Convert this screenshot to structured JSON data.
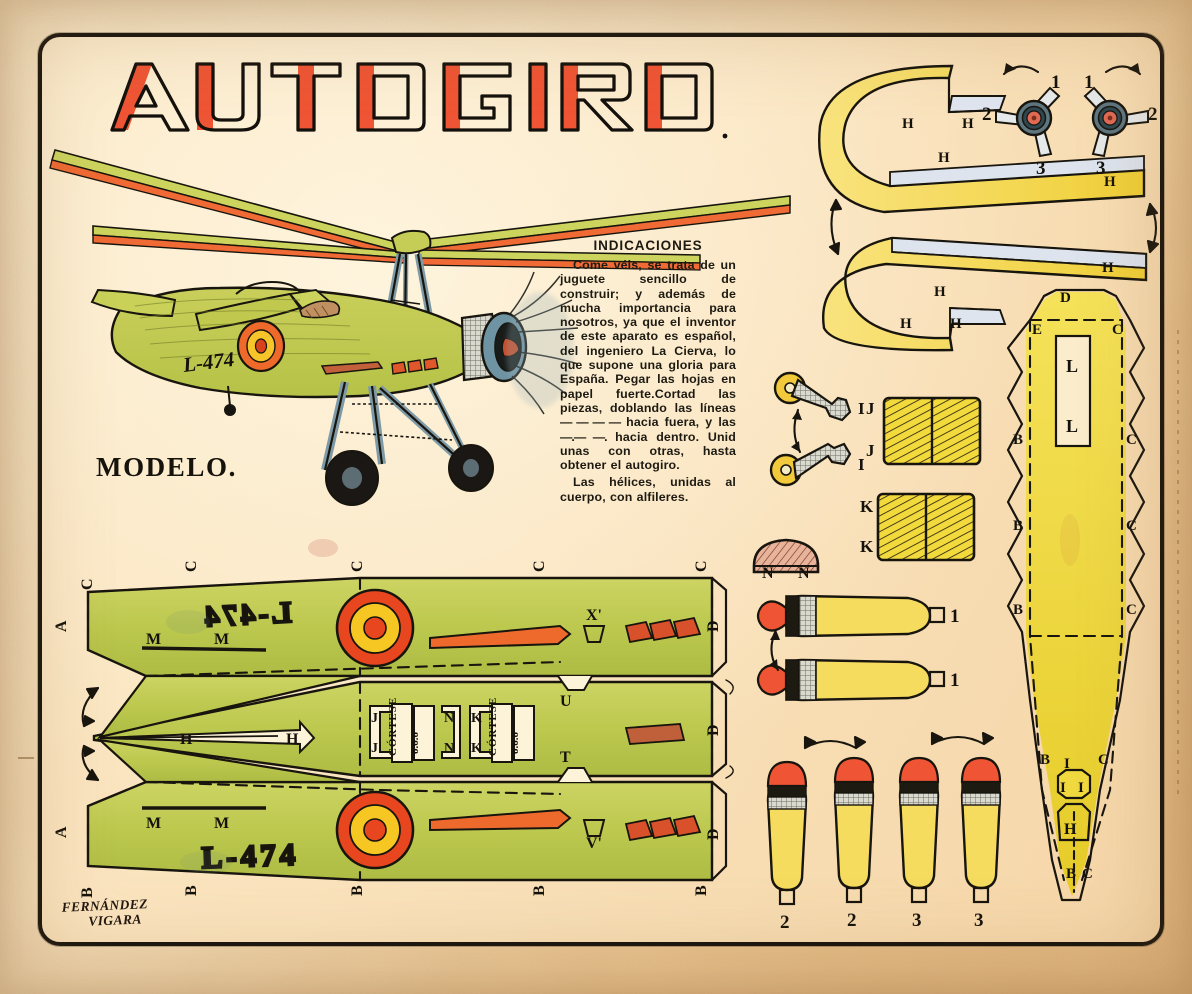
{
  "page": {
    "title": "AUTOGIRO",
    "model_caption": "MODELO.",
    "registration": "L-474",
    "signature_line1": "FERNÁNDEZ",
    "signature_line2": "VIGARA",
    "paper_color": "#f5d9a8",
    "frame_color": "#14110c",
    "title_fill_color": "#ef5534",
    "green_part_color": "#c2cc54",
    "yellow_part_color": "#f0d93f",
    "roundel_colors": [
      "#e8461f",
      "#f6c722",
      "#e8461f"
    ]
  },
  "instructions": {
    "heading": "INDICACIONES",
    "paragraph1": "Come véis, se trata de un juguete sencillo de construir; y además de mucha importancia para nosotros, ya que el inventor de este aparato es español, del ingeniero La Cierva, lo que supone una gloria para España. Pegar las hojas en papel fuerte.Cortad las piezas, doblando las líneas",
    "fold_out_symbol": "— — — —",
    "fold_out_text": "hacia fuera, y las",
    "fold_in_symbol": "—.— —.",
    "fold_in_text": "hacia dentro. Unid unas con otras, hasta obtener el autogiro.",
    "paragraph2": "Las hélices, unidas al cuerpo, con alfileres."
  },
  "parts": {
    "wing_piece": {
      "name": "wing-fuselage-sheet",
      "registration_top_mirrored": "L-474",
      "registration_bottom": "L-474",
      "fold_labels_left": [
        "C",
        "A",
        "B"
      ],
      "fold_labels_top": [
        "C",
        "C",
        "C",
        "C"
      ],
      "fold_labels_bottom": [
        "B",
        "B",
        "B",
        "B"
      ],
      "spar_labels": [
        "M",
        "M",
        "M",
        "M"
      ],
      "center_arrow_labels": [
        "H",
        "H"
      ],
      "tab_labels_right": [
        "D",
        "D",
        "D"
      ],
      "tab_labels_mid": [
        "X'",
        "U",
        "T",
        "V'"
      ],
      "cut_slots": [
        {
          "label_left": "J",
          "label_left2": "J",
          "text": "CÓRTESE",
          "label_right": "N",
          "label_right2": "N"
        },
        {
          "label_left": "K",
          "label_left2": "K",
          "text": "CÓRTESE",
          "label_right": "U",
          "label_right2": "T"
        }
      ]
    },
    "rotor_blades": {
      "name": "rotor-blade-strips",
      "fold_labels": [
        "H",
        "H",
        "H",
        "H",
        "H",
        "H",
        "H",
        "H"
      ]
    },
    "rotor_hubs": [
      {
        "name": "rotor-hub-left",
        "arm_labels": [
          "1",
          "2",
          "3"
        ]
      },
      {
        "name": "rotor-hub-right",
        "arm_labels": [
          "1",
          "2",
          "3"
        ]
      }
    ],
    "fuselage_body": {
      "name": "fuselage-body-piece",
      "nose_labels": [
        "D",
        "E",
        "C"
      ],
      "window_labels": [
        "L",
        "L"
      ],
      "side_labels_left": [
        "B",
        "B",
        "B",
        "B"
      ],
      "side_labels_right": [
        "C",
        "C",
        "C",
        "C"
      ],
      "tail_labels": [
        "I",
        "I",
        "I",
        "H",
        "B",
        "C"
      ]
    },
    "landing_gear": {
      "name": "landing-gear-struts",
      "labels": [
        "I",
        "I"
      ]
    },
    "wheel_pieces": [
      {
        "name": "wheel-piece-j",
        "labels": [
          "J",
          "J"
        ]
      },
      {
        "name": "wheel-piece-k",
        "labels": [
          "K",
          "K"
        ]
      }
    ],
    "cowl_piece": {
      "name": "engine-cowl-piece",
      "labels": [
        "N",
        "N"
      ]
    },
    "propeller_blades_horizontal": [
      {
        "name": "prop-blade-1a",
        "label": "1"
      },
      {
        "name": "prop-blade-1b",
        "label": "1"
      }
    ],
    "propeller_blades_vertical": [
      {
        "name": "prop-blade-2a",
        "label": "2"
      },
      {
        "name": "prop-blade-2b",
        "label": "2"
      },
      {
        "name": "prop-blade-3a",
        "label": "3"
      },
      {
        "name": "prop-blade-3b",
        "label": "3"
      }
    ]
  }
}
